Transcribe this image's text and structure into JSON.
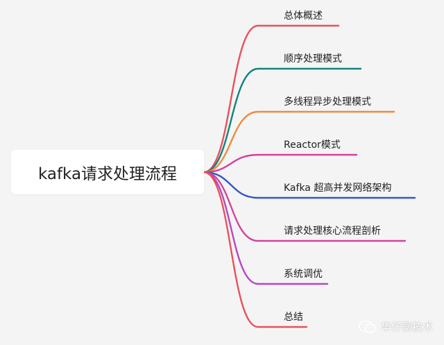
{
  "root": {
    "label": "kafka请求处理流程"
  },
  "branches": [
    {
      "label": "总体概述",
      "color": "#e8505b"
    },
    {
      "label": "顺序处理模式",
      "color": "#13827a"
    },
    {
      "label": "多线程异步处理模式",
      "color": "#f08a3c"
    },
    {
      "label": "Reactor模式",
      "color": "#d43fa0"
    },
    {
      "label": "Kafka 超高并发网络架构",
      "color": "#3457c4"
    },
    {
      "label": "请求处理核心流程剖析",
      "color": "#d0449a"
    },
    {
      "label": "系统调优",
      "color": "#b446c4"
    },
    {
      "label": "总结",
      "color": "#e8505b"
    }
  ],
  "watermark": {
    "text": "华仔聊技术",
    "icon": "wechat-icon"
  }
}
